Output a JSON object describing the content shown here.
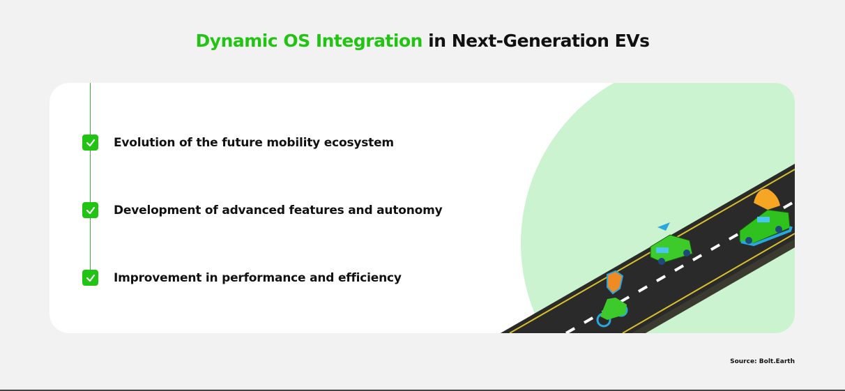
{
  "title": {
    "highlight": "Dynamic OS Integration",
    "rest": " in Next-Generation EVs"
  },
  "items": [
    {
      "label": "Evolution of the future mobility ecosystem"
    },
    {
      "label": "Development of advanced features and autonomy"
    },
    {
      "label": "Improvement in performance and efficiency"
    }
  ],
  "source": "Source: Bolt.Earth",
  "colors": {
    "accent": "#22c414",
    "circle": "#ccf3cf",
    "road": "#2a2a2a"
  }
}
